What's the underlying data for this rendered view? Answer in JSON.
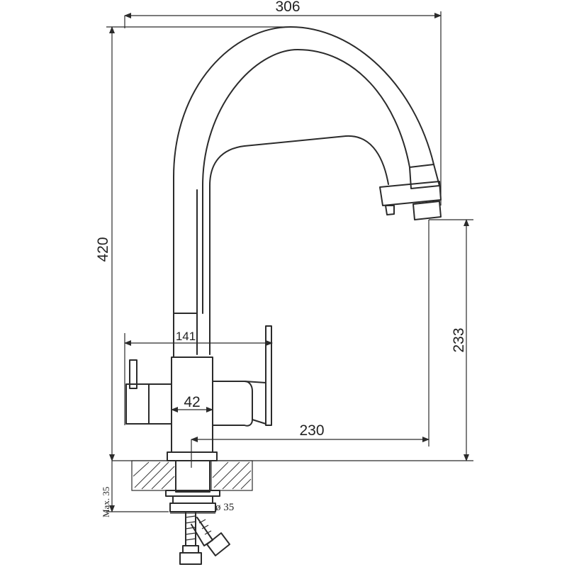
{
  "dimensions": {
    "overall_width": "306",
    "overall_height": "420",
    "handle_span": "141",
    "body_width": "42",
    "spout_reach": "230",
    "spout_height": "233",
    "connector_diameter": "ø 35",
    "max_thickness": "Max. 35"
  },
  "colors": {
    "line": "#2b2b2b",
    "background": "#ffffff"
  }
}
